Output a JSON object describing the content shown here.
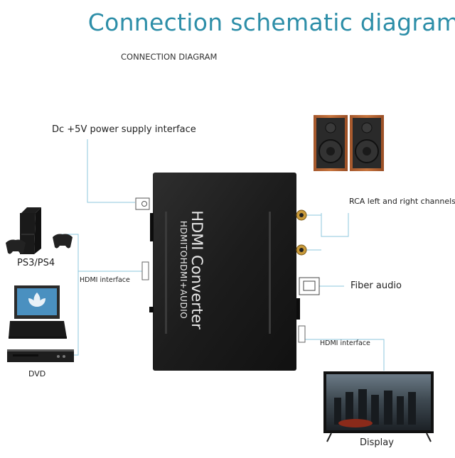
{
  "header": {
    "title": "Connection schematic diagram",
    "subtitle": "CONNECTION DIAGRAM"
  },
  "labels": {
    "power": "Dc +5V power supply interface",
    "rca": "RCA left and right channels",
    "hdmi_in": "HDMI interface",
    "fiber": "Fiber audio",
    "hdmi_out": "HDMI interface",
    "ps": "PS3/PS4",
    "dvd": "DVD",
    "display": "Display"
  },
  "device": {
    "name": "HDMI Converter",
    "model": "HDMITOHDMI+AUDIO"
  },
  "colors": {
    "title": "#2d8ea8",
    "wire": "#8ec7dd",
    "device": "#1e1e1e"
  }
}
